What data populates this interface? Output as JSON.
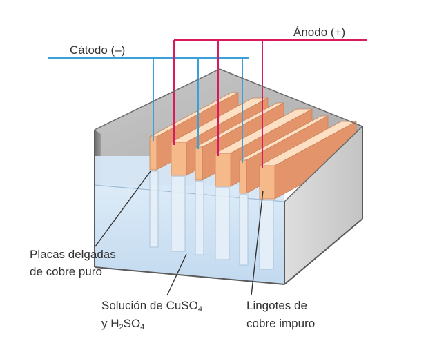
{
  "labels": {
    "cathode": "Cátodo (–)",
    "anode": "Ánodo (+)",
    "plates": {
      "line1": "Placas delgadas",
      "line2": "de cobre puro"
    },
    "solution": {
      "line1_prefix": "Solución de CuSO",
      "line1_sub": "4",
      "line2_prefix": "y H",
      "line2_sub1": "2",
      "line2_mid": "SO",
      "line2_sub2": "4"
    },
    "ingots": {
      "line1": "Lingotes de",
      "line2": "cobre impuro"
    }
  },
  "colors": {
    "cathode_wire": "#3d9fd8",
    "anode_wire": "#d81b60",
    "copper_face": "#f6b98a",
    "copper_top": "#fde0c4",
    "copper_side": "#e3946a",
    "solution": "#cfe3f4",
    "tank_gray": "#9a9a9a",
    "text": "#333333"
  }
}
